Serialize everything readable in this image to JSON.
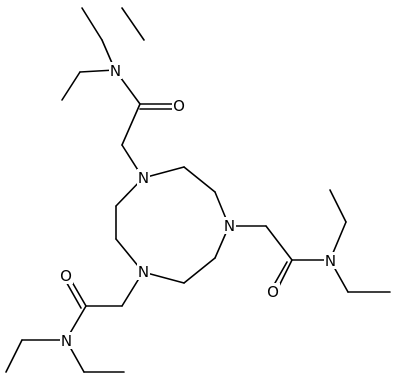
{
  "molecule": {
    "atoms": [
      {
        "id": "N_ring_1",
        "element": "N"
      },
      {
        "id": "N_ring_4",
        "element": "N"
      },
      {
        "id": "N_ring_7",
        "element": "N"
      },
      {
        "id": "O_top",
        "element": "O"
      },
      {
        "id": "N_amide_top",
        "element": "N"
      },
      {
        "id": "O_right",
        "element": "O"
      },
      {
        "id": "N_amide_right",
        "element": "N"
      },
      {
        "id": "O_bottom",
        "element": "O"
      },
      {
        "id": "N_amide_bottom",
        "element": "N"
      }
    ],
    "colors": {
      "bond": "#000000",
      "label": "#000000",
      "background": "#ffffff"
    }
  }
}
